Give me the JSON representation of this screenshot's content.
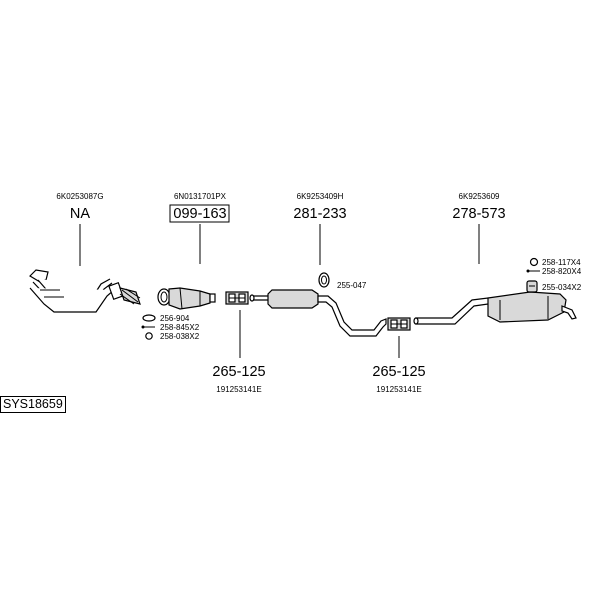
{
  "system_code": "SYS18659",
  "columns": [
    {
      "oem": "6K0253087G",
      "number": "NA",
      "boxed": false
    },
    {
      "oem": "6N0131701PX",
      "number": "099-163",
      "boxed": true
    },
    {
      "oem": "6K9253409H",
      "number": "281-233",
      "boxed": false
    },
    {
      "oem": "6K9253609",
      "number": "278-573",
      "boxed": false
    }
  ],
  "lower_parts": [
    {
      "number": "265-125",
      "oem": "191253141E"
    },
    {
      "number": "265-125",
      "oem": "191253141E"
    }
  ],
  "small_parts": {
    "a": "256-904",
    "b": "258-845X2",
    "c": "258-038X2",
    "d": "255-047",
    "e": "258-117X4",
    "f": "258-820X4",
    "g": "255-034X2"
  }
}
